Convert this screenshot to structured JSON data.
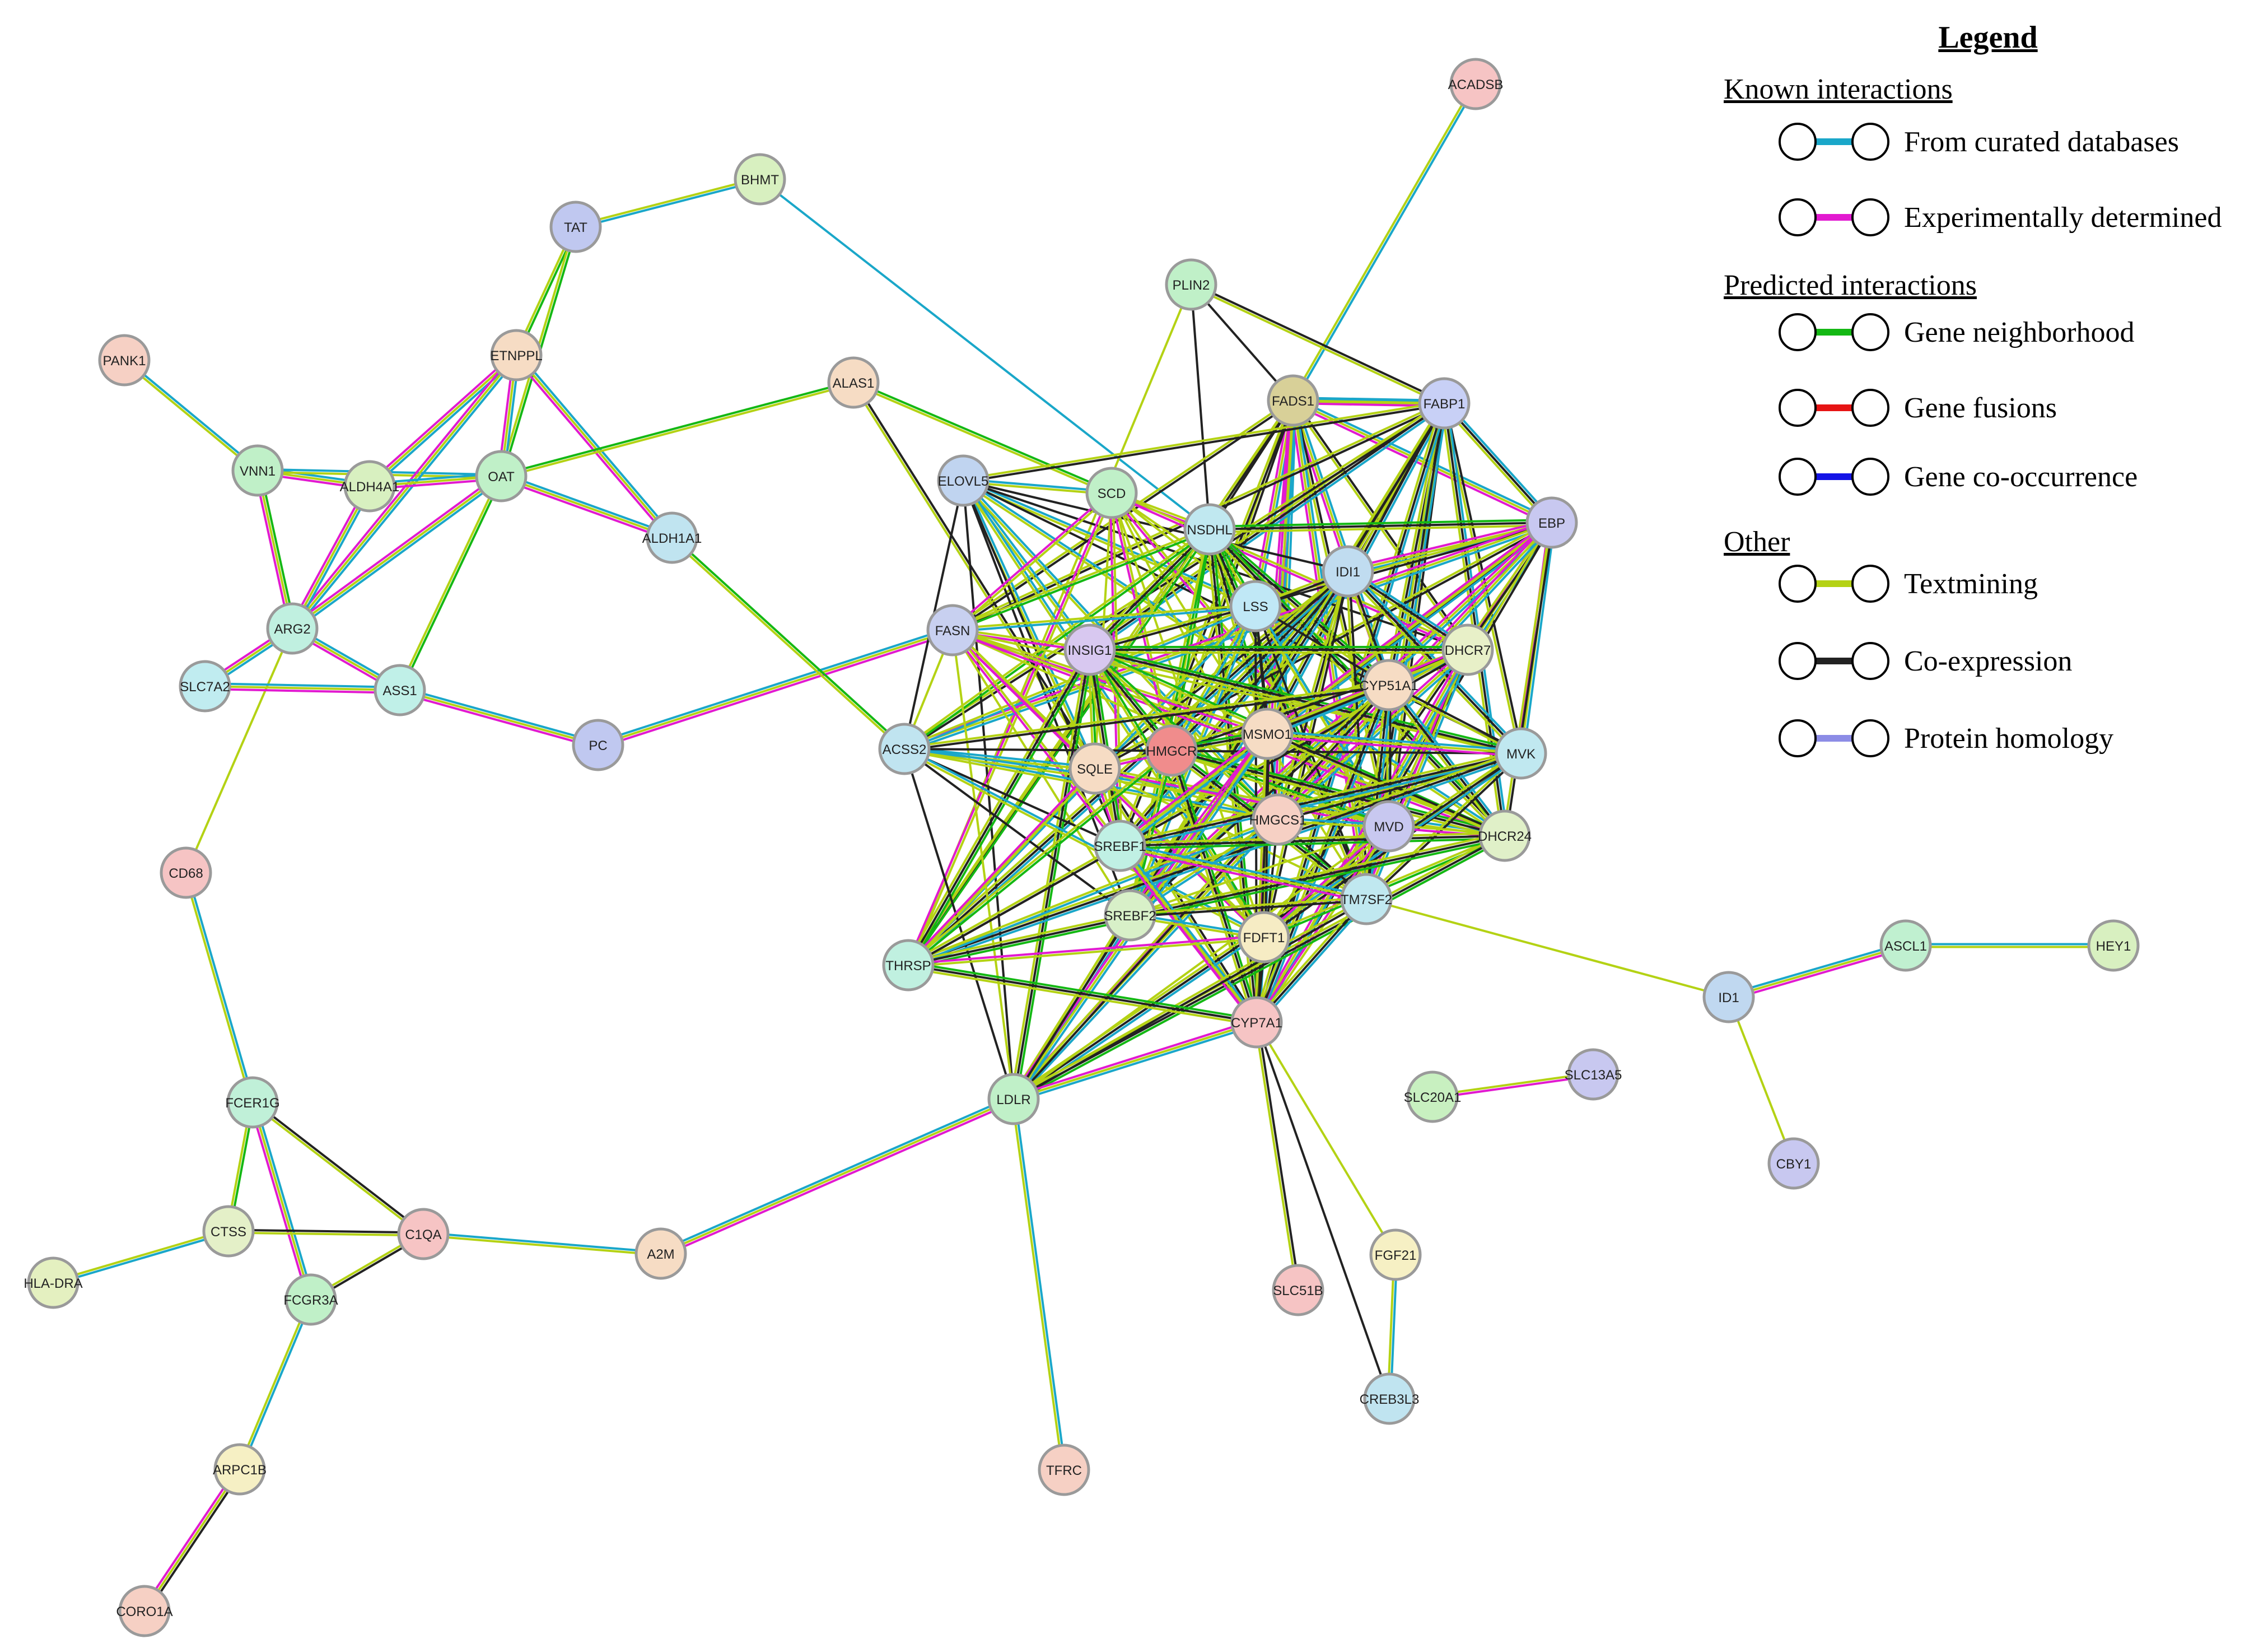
{
  "nodes": [
    {
      "id": "ACADSB",
      "color": "#f6c4c4"
    },
    {
      "id": "BHMT",
      "color": "#d8f0c0"
    },
    {
      "id": "TAT",
      "color": "#c0c8f0"
    },
    {
      "id": "PLIN2",
      "color": "#c0f0c8"
    },
    {
      "id": "PANK1",
      "color": "#f6d0c4"
    },
    {
      "id": "ETNPPL",
      "color": "#f6dcc4"
    },
    {
      "id": "ALAS1",
      "color": "#f6dcc4"
    },
    {
      "id": "FADS1",
      "color": "#d8d098"
    },
    {
      "id": "FABP1",
      "color": "#c8d0f6"
    },
    {
      "id": "VNN1",
      "color": "#c0f0c8"
    },
    {
      "id": "ALDH4A1",
      "color": "#d8f0c0"
    },
    {
      "id": "OAT",
      "color": "#c0f0c8"
    },
    {
      "id": "ELOVL5",
      "color": "#c0d4f0"
    },
    {
      "id": "SCD",
      "color": "#c0f0c8"
    },
    {
      "id": "NSDHL",
      "color": "#c0e8f0"
    },
    {
      "id": "EBP",
      "color": "#c8c8f0"
    },
    {
      "id": "ALDH1A1",
      "color": "#c0e4f0"
    },
    {
      "id": "IDI1",
      "color": "#c0dcf0"
    },
    {
      "id": "LSS",
      "color": "#c0e8f6"
    },
    {
      "id": "ARG2",
      "color": "#c0f0e0"
    },
    {
      "id": "FASN",
      "color": "#c8d0f0"
    },
    {
      "id": "INSIG1",
      "color": "#d8c8f0"
    },
    {
      "id": "DHCR7",
      "color": "#e8f0c8"
    },
    {
      "id": "SLC7A2",
      "color": "#c0ecf0"
    },
    {
      "id": "ASS1",
      "color": "#c0f0e8"
    },
    {
      "id": "CYP51A1",
      "color": "#f6dcc4"
    },
    {
      "id": "PC",
      "color": "#c0c8f0"
    },
    {
      "id": "ACSS2",
      "color": "#c0e4f0"
    },
    {
      "id": "SQLE",
      "color": "#f6dcc4"
    },
    {
      "id": "HMGCR",
      "color": "#f08c8c"
    },
    {
      "id": "MSMO1",
      "color": "#f6dcc4"
    },
    {
      "id": "MVK",
      "color": "#c0e8f0"
    },
    {
      "id": "HMGCS1",
      "color": "#f6d0c4"
    },
    {
      "id": "MVD",
      "color": "#c8c8f0"
    },
    {
      "id": "DHCR24",
      "color": "#e0f0c8"
    },
    {
      "id": "SREBF1",
      "color": "#c0f0e4"
    },
    {
      "id": "CD68",
      "color": "#f6c4c4"
    },
    {
      "id": "TM7SF2",
      "color": "#c0e8f0"
    },
    {
      "id": "SREBF2",
      "color": "#d8f0c8"
    },
    {
      "id": "FDFT1",
      "color": "#f6ecc4"
    },
    {
      "id": "ASCL1",
      "color": "#c0f0d0"
    },
    {
      "id": "HEY1",
      "color": "#d8f0c0"
    },
    {
      "id": "THRSP",
      "color": "#c0f0e0"
    },
    {
      "id": "ID1",
      "color": "#c0d8f0"
    },
    {
      "id": "CYP7A1",
      "color": "#f6c4c4"
    },
    {
      "id": "SLC13A5",
      "color": "#c8c8f0"
    },
    {
      "id": "SLC20A1",
      "color": "#c8f0c0"
    },
    {
      "id": "LDLR",
      "color": "#c0f0c8"
    },
    {
      "id": "FCER1G",
      "color": "#c0f0d8"
    },
    {
      "id": "CBY1",
      "color": "#c8c8f0"
    },
    {
      "id": "CTSS",
      "color": "#e4f0c8"
    },
    {
      "id": "C1QA",
      "color": "#f6c4c4"
    },
    {
      "id": "A2M",
      "color": "#f6dcc4"
    },
    {
      "id": "FGF21",
      "color": "#f6f0c4"
    },
    {
      "id": "HLA-DRA",
      "color": "#e4f0c0"
    },
    {
      "id": "SLC51B",
      "color": "#f6c4c4"
    },
    {
      "id": "FCGR3A",
      "color": "#c0f0c8"
    },
    {
      "id": "CREB3L3",
      "color": "#c0e4f0"
    },
    {
      "id": "TFRC",
      "color": "#f6d0c4"
    },
    {
      "id": "ARPC1B",
      "color": "#f6f0c4"
    },
    {
      "id": "CORO1A",
      "color": "#f6d0c4"
    }
  ],
  "edges": [
    [
      "ACADSB",
      "FADS1",
      "cy"
    ],
    [
      "BHMT",
      "TAT",
      "cy"
    ],
    [
      "BHMT",
      "NSDHL",
      "c"
    ],
    [
      "TAT",
      "ETNPPL",
      "gy"
    ],
    [
      "TAT",
      "OAT",
      "gy"
    ],
    [
      "PANK1",
      "VNN1",
      "cy"
    ],
    [
      "VNN1",
      "ALDH4A1",
      "cym"
    ],
    [
      "VNN1",
      "OAT",
      "cy"
    ],
    [
      "VNN1",
      "ARG2",
      "gym"
    ],
    [
      "ETNPPL",
      "ALDH4A1",
      "cym"
    ],
    [
      "ETNPPL",
      "OAT",
      "cym"
    ],
    [
      "ETNPPL",
      "ALDH1A1",
      "cym"
    ],
    [
      "ETNPPL",
      "ARG2",
      "cym"
    ],
    [
      "ALDH4A1",
      "OAT",
      "cym"
    ],
    [
      "ALDH4A1",
      "ARG2",
      "cym"
    ],
    [
      "OAT",
      "ALDH1A1",
      "cym"
    ],
    [
      "OAT",
      "ARG2",
      "cym"
    ],
    [
      "OAT",
      "ASS1",
      "gy"
    ],
    [
      "OAT",
      "ALAS1",
      "gy"
    ],
    [
      "ARG2",
      "SLC7A2",
      "cym"
    ],
    [
      "ARG2",
      "ASS1",
      "cym"
    ],
    [
      "ARG2",
      "CD68",
      "y"
    ],
    [
      "SLC7A2",
      "ASS1",
      "cym"
    ],
    [
      "ASS1",
      "PC",
      "cym"
    ],
    [
      "PC",
      "FASN",
      "cym"
    ],
    [
      "ALDH1A1",
      "ACSS2",
      "gy"
    ],
    [
      "CD68",
      "FCER1G",
      "cy"
    ],
    [
      "FCER1G",
      "CTSS",
      "gy"
    ],
    [
      "FCER1G",
      "C1QA",
      "ky"
    ],
    [
      "FCER1G",
      "FCGR3A",
      "cym"
    ],
    [
      "CTSS",
      "HLA-DRA",
      "cy"
    ],
    [
      "CTSS",
      "C1QA",
      "ky"
    ],
    [
      "C1QA",
      "FCGR3A",
      "ky"
    ],
    [
      "C1QA",
      "A2M",
      "cy"
    ],
    [
      "FCGR3A",
      "ARPC1B",
      "cy"
    ],
    [
      "ARPC1B",
      "CORO1A",
      "kym"
    ],
    [
      "A2M",
      "LDLR",
      "cym"
    ],
    [
      "LDLR",
      "TFRC",
      "cy"
    ],
    [
      "LDLR",
      "CYP7A1",
      "y"
    ],
    [
      "CYP7A1",
      "SLC51B",
      "ky"
    ],
    [
      "CYP7A1",
      "FGF21",
      "y"
    ],
    [
      "CYP7A1",
      "CREB3L3",
      "k"
    ],
    [
      "FGF21",
      "CREB3L3",
      "cy"
    ],
    [
      "SLC20A1",
      "SLC13A5",
      "ym"
    ],
    [
      "ID1",
      "ASCL1",
      "cym"
    ],
    [
      "ASCL1",
      "HEY1",
      "cy"
    ],
    [
      "ID1",
      "CBY1",
      "y"
    ],
    [
      "ID1",
      "TM7SF2",
      "y"
    ],
    [
      "PLIN2",
      "FADS1",
      "k"
    ],
    [
      "PLIN2",
      "FABP1",
      "ky"
    ],
    [
      "PLIN2",
      "THRSP",
      "y"
    ],
    [
      "PLIN2",
      "NSDHL",
      "k"
    ],
    [
      "FADS1",
      "FABP1",
      "cy"
    ],
    [
      "ALAS1",
      "SCD",
      "gy"
    ],
    [
      "ALAS1",
      "CYP7A1",
      "ky"
    ]
  ],
  "cluster": [
    "FADS1",
    "FABP1",
    "ELOVL5",
    "SCD",
    "NSDHL",
    "EBP",
    "IDI1",
    "LSS",
    "FASN",
    "INSIG1",
    "DHCR7",
    "CYP51A1",
    "ACSS2",
    "SQLE",
    "HMGCR",
    "MSMO1",
    "MVK",
    "HMGCS1",
    "MVD",
    "DHCR24",
    "SREBF1",
    "TM7SF2",
    "SREBF2",
    "FDFT1",
    "THRSP",
    "CYP7A1",
    "LDLR"
  ],
  "edge_colors": {
    "c": "#1aa7c9",
    "m": "#e21ad0",
    "g": "#14b814",
    "r": "#e61414",
    "b": "#1414e6",
    "y": "#b4d214",
    "k": "#222222",
    "h": "#8c8ce6"
  },
  "legend": {
    "title": "Legend",
    "known_heading": "Known interactions",
    "predicted_heading": "Predicted interactions",
    "other_heading": "Other",
    "items": [
      {
        "label": "From curated databases",
        "color": "#1aa7c9"
      },
      {
        "label": "Experimentally determined",
        "color": "#e21ad0"
      },
      {
        "label": "Gene neighborhood",
        "color": "#14b814"
      },
      {
        "label": "Gene fusions",
        "color": "#e61414"
      },
      {
        "label": "Gene co-occurrence",
        "color": "#1414e6"
      },
      {
        "label": "Textmining",
        "color": "#b4d214"
      },
      {
        "label": "Co-expression",
        "color": "#222222"
      },
      {
        "label": "Protein homology",
        "color": "#8c8ce6"
      }
    ]
  }
}
